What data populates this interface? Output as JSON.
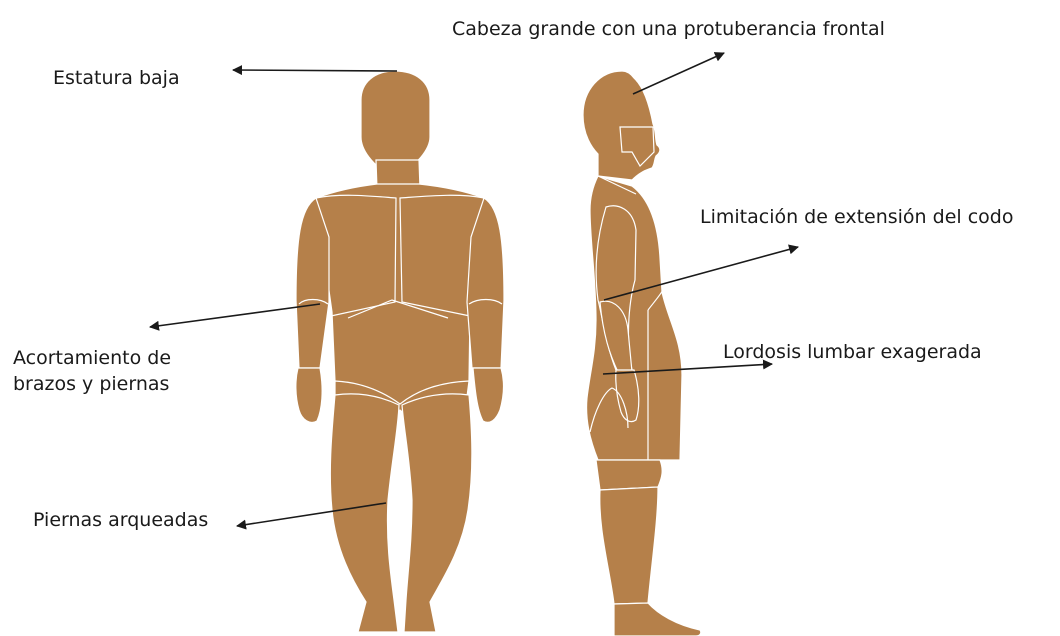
{
  "figure": {
    "figure_color": "#b5804a",
    "outline_color": "#ffffff",
    "arrow_color": "#1a1a1a"
  },
  "labels": {
    "stature": "Estatura baja",
    "head": "Cabeza grande con una protuberancia frontal",
    "elbow": "Limitación de extensión del codo",
    "arms_line1": "Acortamiento de",
    "arms_line2": "brazos y piernas",
    "lordosis": "Lordosis lumbar exagerada",
    "legs": "Piernas arqueadas"
  }
}
